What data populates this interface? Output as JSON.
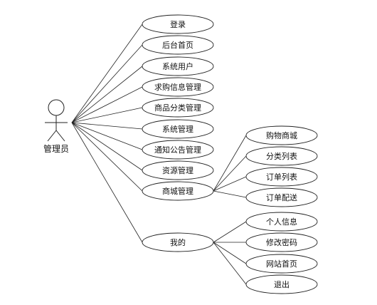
{
  "diagram": {
    "type": "use-case",
    "actor": {
      "id": "actor",
      "label": "管理员"
    },
    "use_cases": [
      {
        "id": "login",
        "label": "登录"
      },
      {
        "id": "admin-home",
        "label": "后台首页"
      },
      {
        "id": "system-users",
        "label": "系统用户"
      },
      {
        "id": "purchase-request-mgmt",
        "label": "求购信息管理"
      },
      {
        "id": "product-category-mgmt",
        "label": "商品分类管理"
      },
      {
        "id": "system-mgmt",
        "label": "系统管理"
      },
      {
        "id": "notice-mgmt",
        "label": "通知公告管理"
      },
      {
        "id": "resource-mgmt",
        "label": "资源管理"
      },
      {
        "id": "mall-mgmt",
        "label": "商城管理"
      },
      {
        "id": "shopping-mall",
        "label": "购物商城"
      },
      {
        "id": "category-list",
        "label": "分类列表"
      },
      {
        "id": "order-list",
        "label": "订单列表"
      },
      {
        "id": "order-delivery",
        "label": "订单配送"
      },
      {
        "id": "mine",
        "label": "我的"
      },
      {
        "id": "personal-info",
        "label": "个人信息"
      },
      {
        "id": "change-password",
        "label": "修改密码"
      },
      {
        "id": "site-home",
        "label": "网站首页"
      },
      {
        "id": "logout",
        "label": "退出"
      }
    ],
    "links": [
      {
        "from": "actor",
        "to": "login"
      },
      {
        "from": "actor",
        "to": "admin-home"
      },
      {
        "from": "actor",
        "to": "system-users"
      },
      {
        "from": "actor",
        "to": "purchase-request-mgmt"
      },
      {
        "from": "actor",
        "to": "product-category-mgmt"
      },
      {
        "from": "actor",
        "to": "system-mgmt"
      },
      {
        "from": "actor",
        "to": "notice-mgmt"
      },
      {
        "from": "actor",
        "to": "resource-mgmt"
      },
      {
        "from": "actor",
        "to": "mall-mgmt"
      },
      {
        "from": "actor",
        "to": "mine"
      },
      {
        "from": "mall-mgmt",
        "to": "shopping-mall"
      },
      {
        "from": "mall-mgmt",
        "to": "category-list"
      },
      {
        "from": "mall-mgmt",
        "to": "order-list"
      },
      {
        "from": "mall-mgmt",
        "to": "order-delivery"
      },
      {
        "from": "mine",
        "to": "personal-info"
      },
      {
        "from": "mine",
        "to": "change-password"
      },
      {
        "from": "mine",
        "to": "site-home"
      },
      {
        "from": "mine",
        "to": "logout"
      }
    ]
  }
}
